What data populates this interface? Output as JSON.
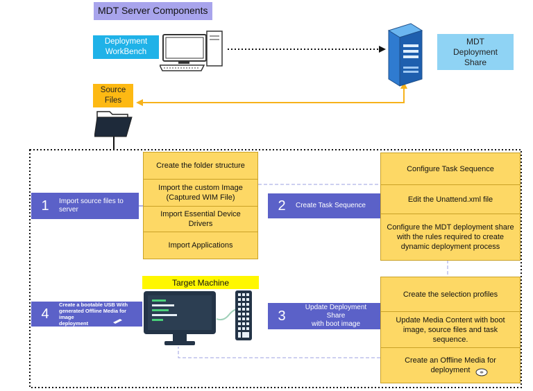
{
  "title": "MDT Server Components",
  "workbench_label": "Deployment\nWorkBench",
  "share_label": "MDT\nDeployment\nShare",
  "source_label": "Source\nFiles",
  "target_label": "Target Machine",
  "box1": [
    "Create the folder structure",
    "Import the custom Image\n(Captured WIM File)",
    "Import Essential Device Drivers",
    "Import Applications"
  ],
  "box2": [
    "Configure Task Sequence",
    "Edit the Unattend.xml file",
    "Configure the MDT deployment share\nwith the rules required to create\ndynamic deployment process"
  ],
  "box3": [
    "Create the selection profiles",
    "Update Media Content with boot\nimage, source files and task sequence.",
    "Create an Offline Media for\ndeployment"
  ],
  "steps": [
    {
      "num": "1",
      "text": "Import source files to\nserver"
    },
    {
      "num": "2",
      "text": "Create Task Sequence"
    },
    {
      "num": "3",
      "text": "Update Deployment Share\nwith boot image"
    },
    {
      "num": "4",
      "text": "Create a bootable USB With\ngenerated Offline Media for image\ndeployment"
    }
  ],
  "colors": {
    "title_bg": "#a8a4ec",
    "blue": "#1fb2e8",
    "light_blue": "#8fd3f4",
    "orange": "#fdb913",
    "yellow_box": "#fdd865",
    "step_purple": "#5b61c8",
    "target_yellow": "#fff700"
  },
  "icons": [
    "desktop-computer-icon",
    "server-tower-icon",
    "open-folder-icon",
    "monitor-icon",
    "keyboard-icon",
    "disc-icon",
    "usb-icon"
  ]
}
